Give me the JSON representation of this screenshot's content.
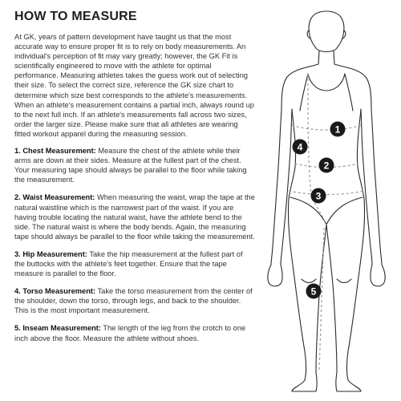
{
  "title": "HOW TO MEASURE",
  "intro": "At GK, years of pattern development have taught us that the most accurate way to ensure proper fit is to rely on body measurements. An individual's perception of fit may vary greatly; however, the GK Fit is scientifically engineered to move with the athlete for optimal performance. Measuring athletes takes the guess work out of selecting their size. To select the correct size, reference the GK size chart to determine which size best corresponds to the athlete's measurements. When an athlete's measurement contains a partial inch, always round up to the next full inch. If an athlete's measurements fall across two sizes, order the larger size. Please make sure that all athletes are wearing fitted workout apparel during the measuring session.",
  "steps": [
    {
      "label": "1. Chest Measurement:",
      "text": " Measure the chest of the athlete while their arms are down at their sides. Measure at the fullest part of the chest. Your measuring tape should always be parallel to the floor while taking the measurement."
    },
    {
      "label": "2. Waist Measurement:",
      "text": " When measuring the waist, wrap the tape at the natural waistline which is the narrowest part of the waist. If you are having trouble locating the natural waist, have the athlete bend to the side. The natural waist is where the body bends. Again, the measuring tape should always be parallel to the floor while taking the measurement."
    },
    {
      "label": "3. Hip Measurement:",
      "text": " Take the hip measurement at the fullest part of the buttocks with the athlete's feet together. Ensure that the tape measure is parallel to the floor."
    },
    {
      "label": "4. Torso Measurement:",
      "text": " Take the torso measurement from the center of the shoulder, down the torso, through legs, and back to the shoulder. This is the most important measurement."
    },
    {
      "label": "5. Inseam Measurement:",
      "text": " The length of the leg from the crotch to one inch above the floor. Measure the athlete without shoes."
    }
  ],
  "markers": [
    "1",
    "2",
    "3",
    "4",
    "5"
  ],
  "colors": {
    "marker_fill": "#1a1a1a",
    "marker_text": "#ffffff",
    "outline": "#2a2a2a",
    "tape": "#9a9a9a"
  }
}
